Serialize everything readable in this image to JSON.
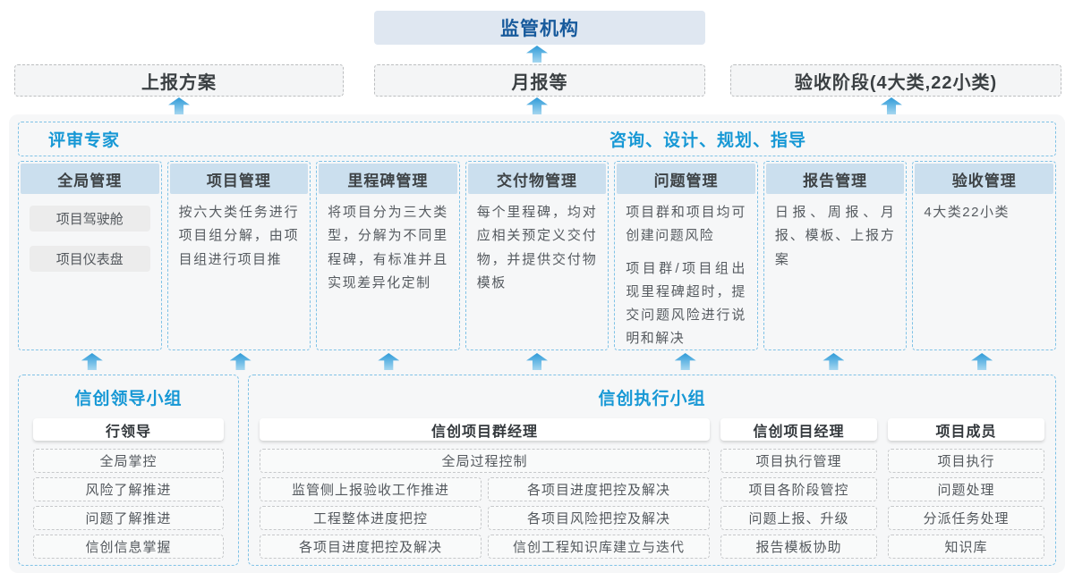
{
  "colors": {
    "accent_blue": "#1798d5",
    "dark_blue": "#175a9c",
    "regulator_bg": "#dfe7f1",
    "panel_bg": "#f6f7f8",
    "column_header_bg": "#cbdfee",
    "dashed_blue_border": "#7fc2e6",
    "arrow_blue": "#2e9ad7"
  },
  "top": {
    "regulator": "监管机构",
    "reports": [
      "上报方案",
      "月报等",
      "验收阶段(4大类,22小类)"
    ]
  },
  "main": {
    "expert_left": "评审专家",
    "expert_right": "咨询、设计、规划、指导",
    "columns": [
      {
        "title": "全局管理",
        "items": [
          "项目驾驶舱",
          "项目仪表盘"
        ]
      },
      {
        "title": "项目管理",
        "paragraphs": [
          "按六大类任务进行项目组分解，由项目组进行项目推"
        ]
      },
      {
        "title": "里程碑管理",
        "paragraphs": [
          "将项目分为三大类型，分解为不同里程碑，有标准并且实现差异化定制"
        ]
      },
      {
        "title": "交付物管理",
        "paragraphs": [
          "每个里程碑，均对应相关预定义交付物，并提供交付物模板"
        ]
      },
      {
        "title": "问题管理",
        "paragraphs": [
          "项目群和项目均可创建问题风险",
          "项目群/项目组出现里程碑超时，提交问题风险进行说明和解决"
        ]
      },
      {
        "title": "报告管理",
        "paragraphs": [
          "日报、周报、月报、模板、上报方案"
        ]
      },
      {
        "title": "验收管理",
        "paragraphs": [
          "4大类22小类"
        ]
      }
    ]
  },
  "bottom": {
    "lead_group": {
      "title": "信创领导小组",
      "role": "行领导",
      "items": [
        "全局掌控",
        "风险了解推进",
        "问题了解推进",
        "信创信息掌握"
      ]
    },
    "exec_group": {
      "title": "信创执行小组",
      "sections": [
        {
          "role": "信创项目群经理",
          "full_item": "全局过程控制",
          "col1": [
            "监管侧上报验收工作推进",
            "工程整体进度把控",
            "各项目进度把控及解决"
          ],
          "col2": [
            "各项目进度把控及解决",
            "各项目风险把控及解决",
            "信创工程知识库建立与迭代"
          ]
        },
        {
          "role": "信创项目经理",
          "items": [
            "项目执行管理",
            "项目各阶段管控",
            "问题上报、升级",
            "报告模板协助"
          ]
        },
        {
          "role": "项目成员",
          "items": [
            "项目执行",
            "问题处理",
            "分派任务处理",
            "知识库"
          ]
        }
      ]
    }
  }
}
